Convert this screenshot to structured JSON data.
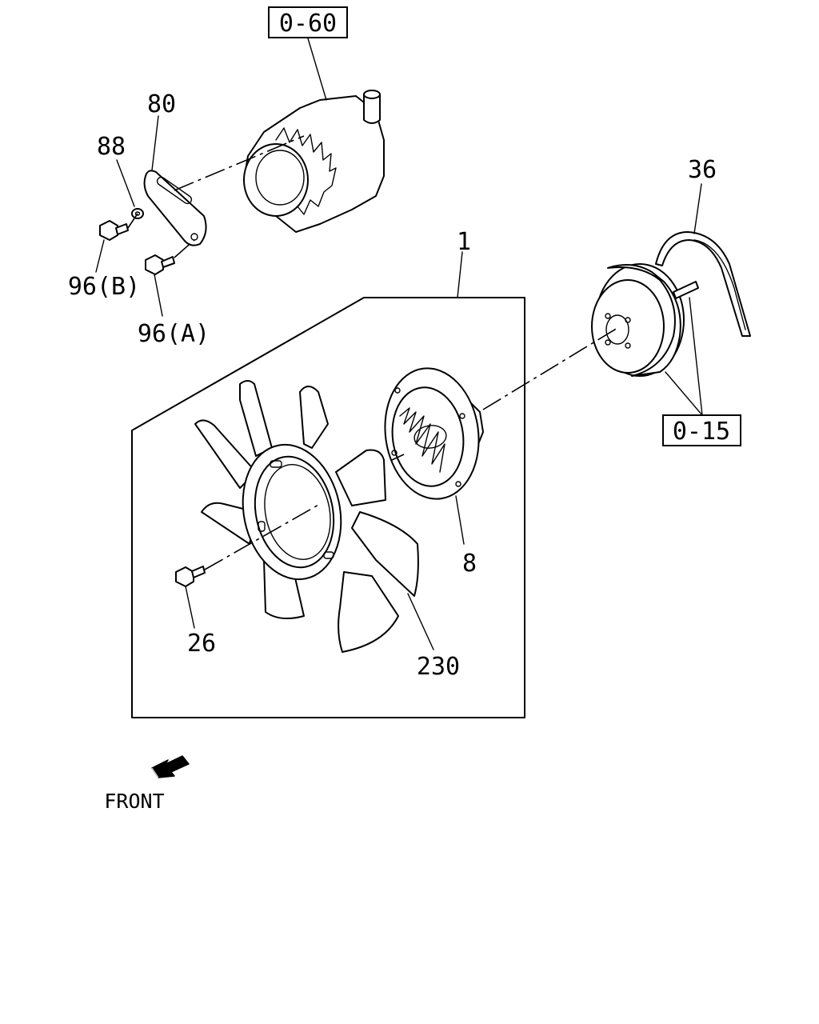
{
  "callouts": {
    "ref_top": "0-60",
    "ref_right": "0-15",
    "part_80": "80",
    "part_88": "88",
    "part_96b": "96(B)",
    "part_96a": "96(A)",
    "part_36": "36",
    "part_1": "1",
    "part_8": "8",
    "part_26": "26",
    "part_230": "230"
  },
  "direction": {
    "label": "FRONT",
    "icon": "front-arrow-icon"
  }
}
